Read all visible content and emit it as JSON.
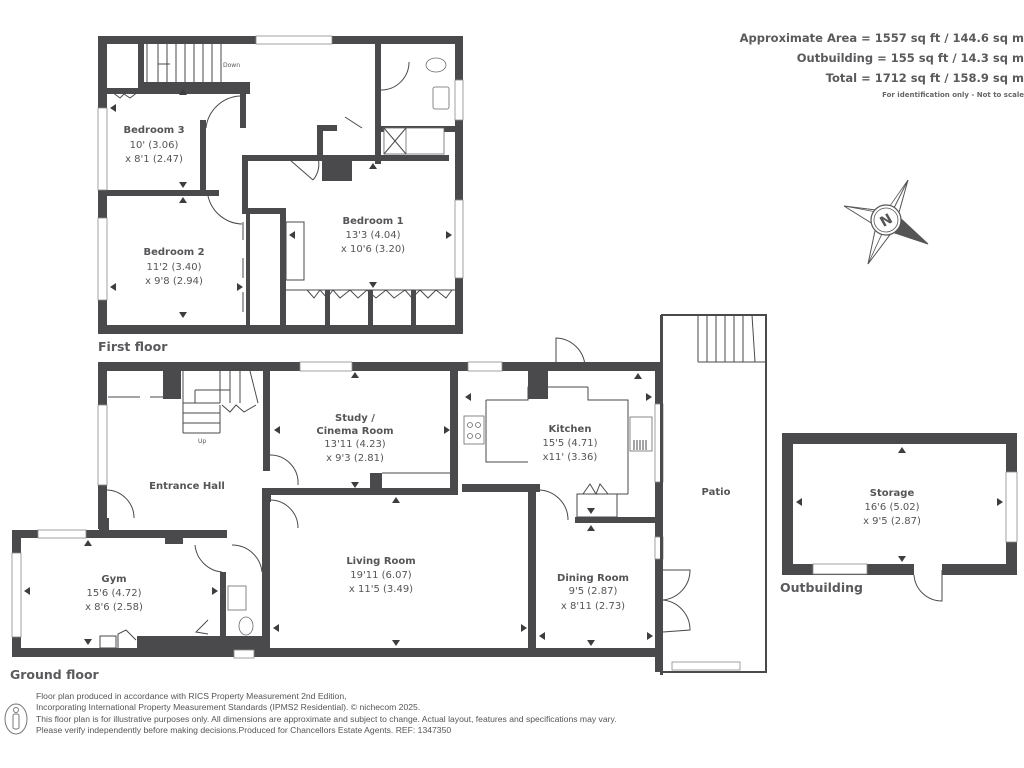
{
  "area_summary": {
    "approximate_area": "Approximate Area = 1557 sq ft / 144.6 sq m",
    "outbuilding": "Outbuilding = 155 sq ft / 14.3 sq m",
    "total": "Total = 1712 sq ft / 158.9 sq m",
    "note": "For identification only - Not to scale"
  },
  "floors": {
    "first_floor": {
      "label": "First floor",
      "stairs_label": "Down",
      "rooms": [
        {
          "name": "Bedroom 3",
          "dim1": "10' (3.06)",
          "dim2": "x 8'1 (2.47)"
        },
        {
          "name": "Bedroom 2",
          "dim1": "11'2 (3.40)",
          "dim2": "x 9'8 (2.94)"
        },
        {
          "name": "Bedroom 1",
          "dim1": "13'3 (4.04)",
          "dim2": "x 10'6 (3.20)"
        }
      ]
    },
    "ground_floor": {
      "label": "Ground floor",
      "stairs_label": "Up",
      "rooms": [
        {
          "name": "Entrance Hall"
        },
        {
          "name_line1": "Study /",
          "name_line2": "Cinema Room",
          "dim1": "13'11 (4.23)",
          "dim2": "x 9'3 (2.81)"
        },
        {
          "name": "Kitchen",
          "dim1": "15'5 (4.71)",
          "dim2": "x11' (3.36)"
        },
        {
          "name": "Patio"
        },
        {
          "name": "Living Room",
          "dim1": "19'11 (6.07)",
          "dim2": "x 11'5 (3.49)"
        },
        {
          "name": "Dining Room",
          "dim1": "9'5 (2.87)",
          "dim2": "x 8'11 (2.73)"
        },
        {
          "name": "Gym",
          "dim1": "15'6 (4.72)",
          "dim2": "x 8'6 (2.58)"
        }
      ]
    },
    "outbuilding": {
      "label": "Outbuilding",
      "rooms": [
        {
          "name": "Storage",
          "dim1": "16'6 (5.02)",
          "dim2": "x 9'5 (2.87)"
        }
      ]
    }
  },
  "compass": {
    "icon": "compass-north-icon",
    "letter": "N"
  },
  "footer": {
    "icon": "person-scale-icon",
    "line1": "Floor plan produced in accordance with RICS Property Measurement 2nd Edition,",
    "line2": "Incorporating International Property Measurement Standards (IPMS2 Residential).   © nichecom 2025.",
    "line3": "This floor plan is for illustrative purposes only. All dimensions are approximate and subject to change. Actual layout, features and specifications may vary.",
    "line4": "Please verify independently before making decisions.Produced for Chancellors Estate Agents.   REF: 1347350"
  }
}
